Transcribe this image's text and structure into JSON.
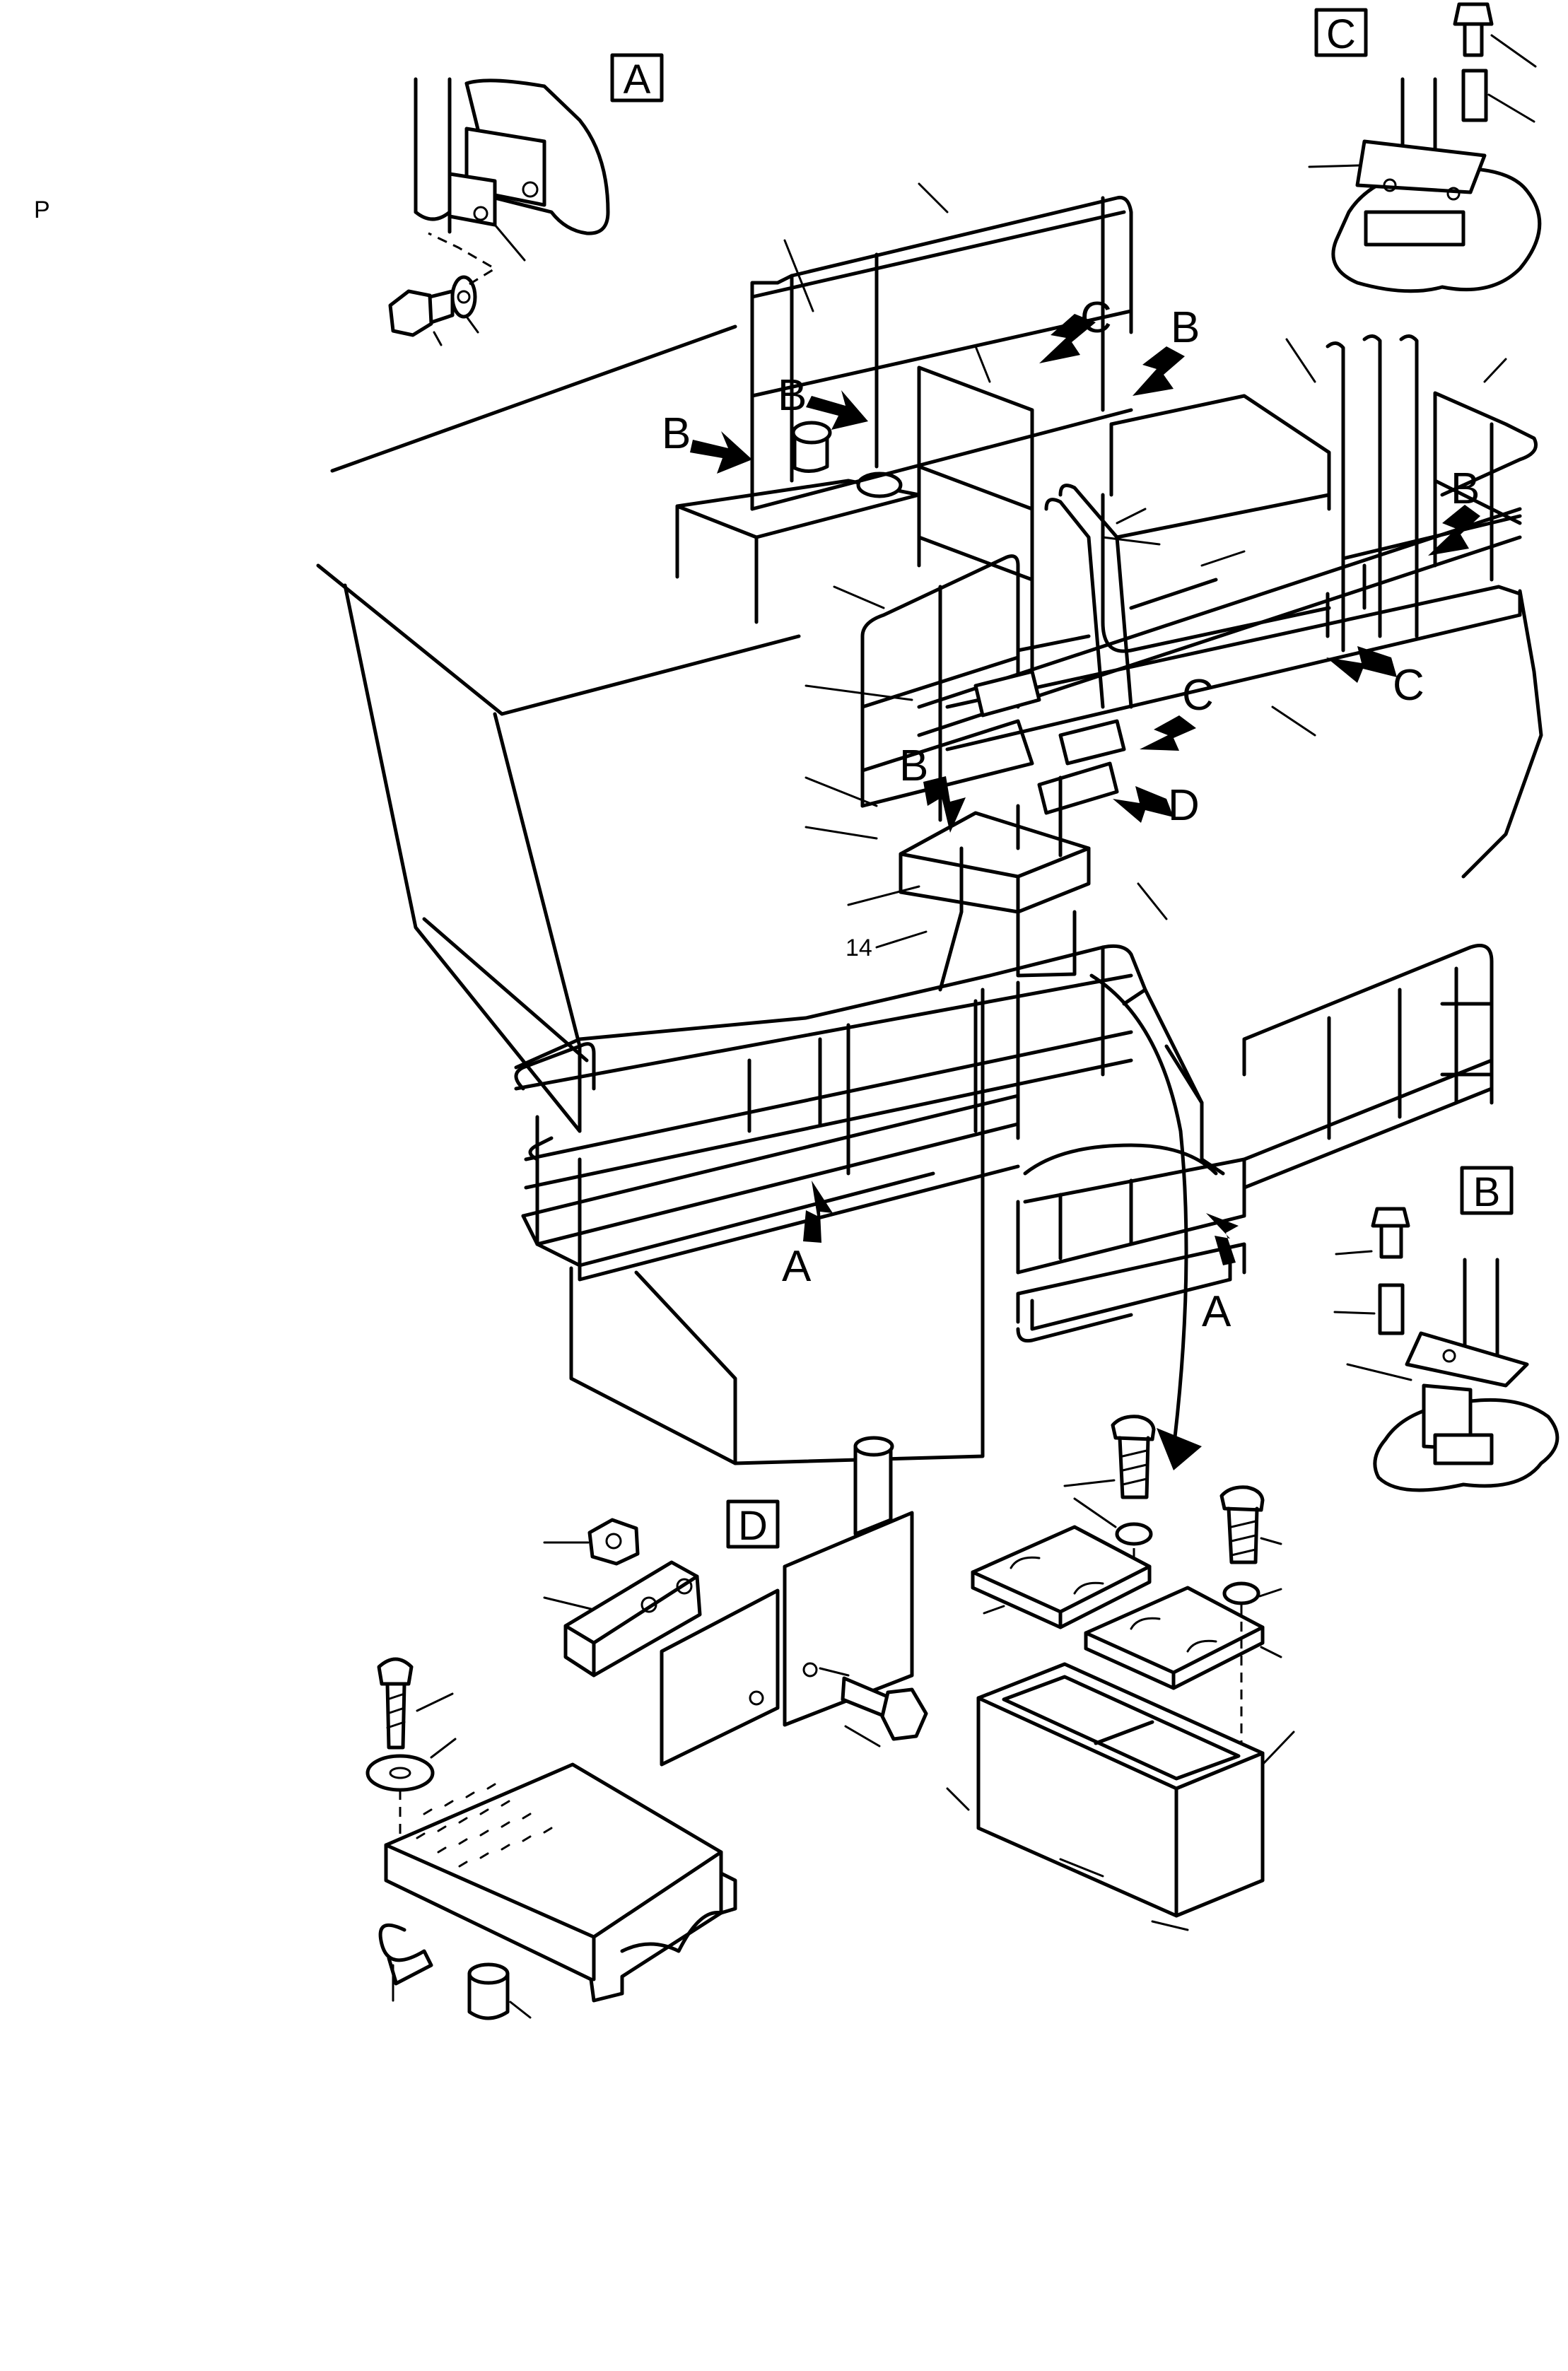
{
  "page": {
    "corner_mark": "P"
  },
  "detail_boxes": {
    "a": "A",
    "b": "B",
    "c": "C",
    "d": "D"
  },
  "callouts": {
    "b1": "B",
    "b2": "B",
    "b3": "B",
    "b4": "B",
    "b5": "B",
    "c1": "C",
    "c2": "C",
    "c3": "C",
    "d1": "D",
    "a1": "A",
    "a2": "A"
  },
  "item_numbers": {
    "n14": "14"
  },
  "colors": {
    "ink": "#000000",
    "paper": "#ffffff"
  }
}
